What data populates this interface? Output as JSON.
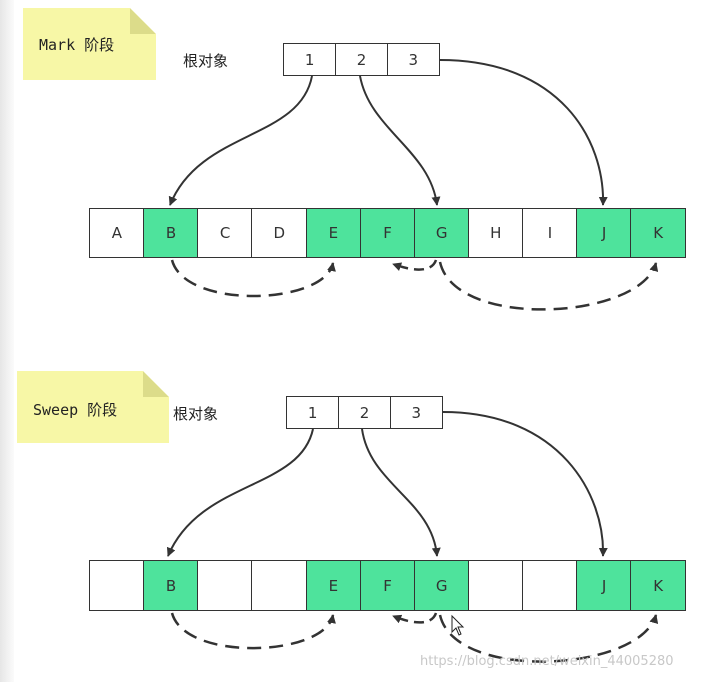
{
  "mark_section": {
    "note_label": "Mark 阶段",
    "root_label": "根对象",
    "roots": [
      "1",
      "2",
      "3"
    ],
    "heap": [
      {
        "label": "A",
        "marked": false
      },
      {
        "label": "B",
        "marked": true
      },
      {
        "label": "C",
        "marked": false
      },
      {
        "label": "D",
        "marked": false
      },
      {
        "label": "E",
        "marked": true
      },
      {
        "label": "F",
        "marked": true
      },
      {
        "label": "G",
        "marked": true
      },
      {
        "label": "H",
        "marked": false
      },
      {
        "label": "I",
        "marked": false
      },
      {
        "label": "J",
        "marked": true
      },
      {
        "label": "K",
        "marked": true
      }
    ]
  },
  "sweep_section": {
    "note_label": "Sweep 阶段",
    "root_label": "根对象",
    "roots": [
      "1",
      "2",
      "3"
    ],
    "heap": [
      {
        "label": "",
        "marked": false
      },
      {
        "label": "B",
        "marked": true
      },
      {
        "label": "",
        "marked": false
      },
      {
        "label": "",
        "marked": false
      },
      {
        "label": "E",
        "marked": true
      },
      {
        "label": "F",
        "marked": true
      },
      {
        "label": "G",
        "marked": true
      },
      {
        "label": "",
        "marked": false
      },
      {
        "label": "",
        "marked": false
      },
      {
        "label": "J",
        "marked": true
      },
      {
        "label": "K",
        "marked": true
      }
    ]
  },
  "watermark": "https://blog.csdn.net/weixin_44005280",
  "colors": {
    "marked": "#4ee39c",
    "note": "#f7f7a6",
    "stroke": "#333333"
  }
}
